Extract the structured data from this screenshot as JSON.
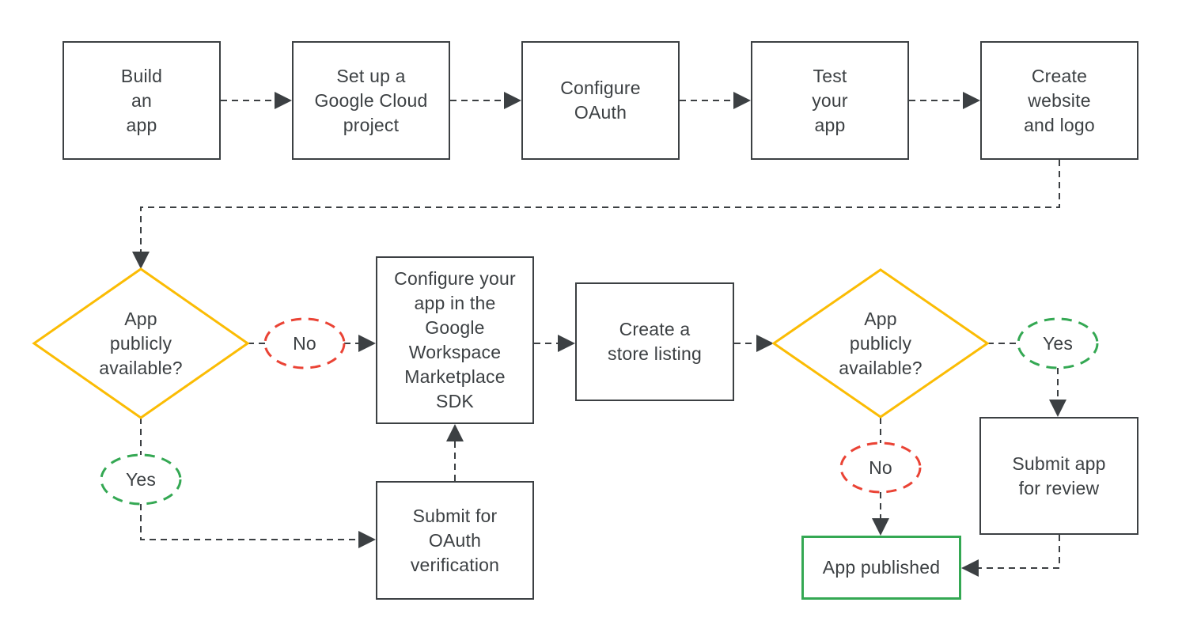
{
  "diagram_title": "Google Workspace Marketplace app publishing flowchart",
  "nodes": {
    "build": {
      "label": "Build\nan\napp"
    },
    "setup": {
      "label": "Set up a\nGoogle Cloud\nproject"
    },
    "configure_oauth": {
      "label": "Configure\nOAuth"
    },
    "test": {
      "label": "Test\nyour\napp"
    },
    "website": {
      "label": "Create\nwebsite\nand logo"
    },
    "decision1": {
      "label": "App\npublicly\navailable?"
    },
    "no1": {
      "label": "No"
    },
    "configure_sdk": {
      "label": "Configure your\napp in the\nGoogle\nWorkspace\nMarketplace\nSDK"
    },
    "store_listing": {
      "label": "Create a\nstore listing"
    },
    "decision2": {
      "label": "App\npublicly\navailable?"
    },
    "yes2": {
      "label": "Yes"
    },
    "submit_review": {
      "label": "Submit app\nfor review"
    },
    "no2": {
      "label": "No"
    },
    "app_published": {
      "label": "App published"
    },
    "yes1": {
      "label": "Yes"
    },
    "submit_oauth": {
      "label": "Submit for\nOAuth\nverification"
    }
  },
  "colors": {
    "line": "#3C4043",
    "text": "#3C4043",
    "decision_border": "#FBBC04",
    "no_border": "#EA4335",
    "yes_border": "#34A853",
    "published_border": "#34A853",
    "background": "#FFFFFF"
  }
}
